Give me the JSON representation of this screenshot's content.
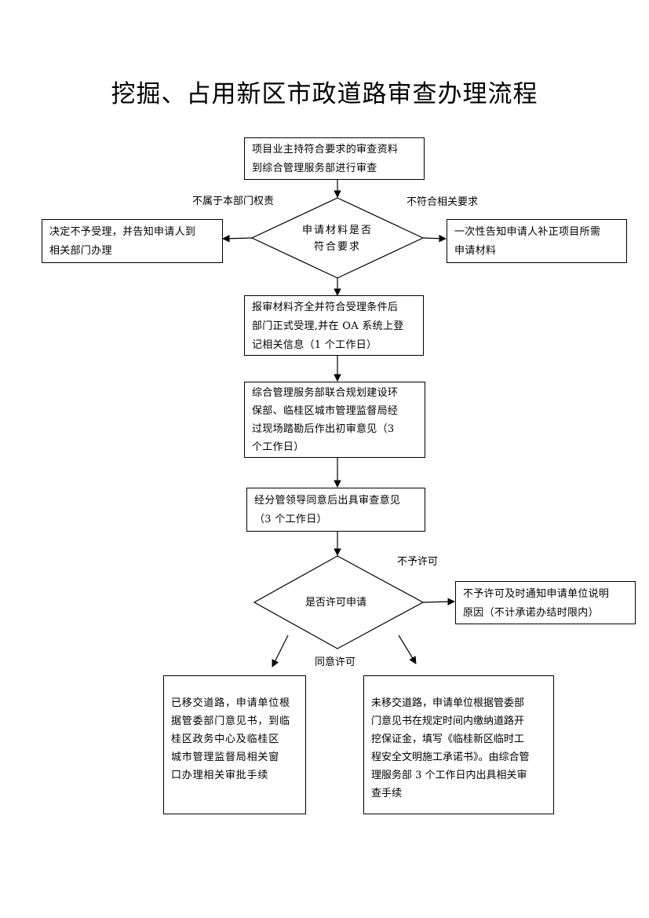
{
  "title": "挖掘、占用新区市政道路审查办理流程",
  "nodes": {
    "start": {
      "line1": "项目业主持符合要求的审查资料",
      "line2": "到综合管理服务部进行审查"
    },
    "check_materials": {
      "line1": "申请材料是否",
      "line2": "符合要求"
    },
    "reject": {
      "line1": "决定不予受理，并告知申请人到",
      "line2": "相关部门办理"
    },
    "supplement": {
      "line1": "一次性告知申请人补正项目所需",
      "line2": "申请材料"
    },
    "accept": {
      "line1": "报审材料齐全并符合受理条件后",
      "line2": "部门正式受理,并在 OA 系统上登",
      "line3": "记相关信息（1 个工作日）"
    },
    "joint_review": {
      "line1": "综合管理服务部联合规划建设环",
      "line2": "保部、临桂区城市管理监督局经",
      "line3": "过现场踏勘后作出初审意见（3",
      "line4": "个工作日）"
    },
    "leader_approval": {
      "line1": "经分管领导同意后出具审查意见",
      "line2": "（3 个工作日）"
    },
    "permit_decision": {
      "text": "是否许可申请"
    },
    "not_permitted": {
      "line1": "不予许可及时通知申请单位说明",
      "line2": "原因（不计承诺办结时限内）"
    },
    "transferred_road": {
      "line1": "已移交道路，申请单位根",
      "line2": "据管委部门意见书，到临",
      "line3": "桂区政务中心及临桂区",
      "line4": "城市管理监督局相关窗",
      "line5": "口办理相关审批手续"
    },
    "untransferred_road": {
      "line1": "未移交道路，申请单位根据管委部",
      "line2": "门意见书在规定时间内缴纳道路开",
      "line3": "挖保证金，填写《临桂新区临时工",
      "line4": "程安全文明施工承诺书》。由综合管",
      "line5": "理服务部 3 个工作日内出具相关审",
      "line6": "查手续"
    }
  },
  "edge_labels": {
    "not_responsible": "不属于本部门权责",
    "not_meeting_requirements": "不符合相关要求",
    "not_permitted": "不予许可",
    "agree_permit": "同意许可"
  }
}
